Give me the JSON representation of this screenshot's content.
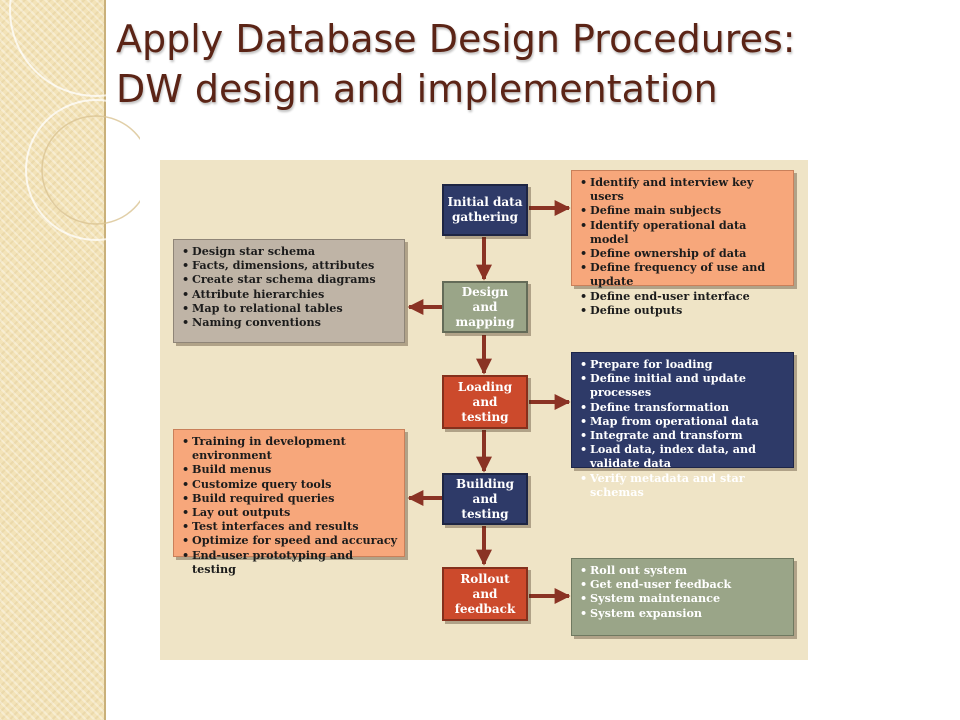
{
  "slide": {
    "title_line1": "Apply Database Design Procedures:",
    "title_line2": "DW design and implementation"
  },
  "colors": {
    "navy": "#2e3a68",
    "sage": "#9aa588",
    "red": "#cc4a2c",
    "salmon": "#f7a77b",
    "taupe": "#bfb4a6",
    "arrow": "#8a3324",
    "figure_bg": "#efe4c6",
    "title": "#5b2416"
  },
  "diagram": {
    "steps": [
      {
        "label": "Initial data\ngathering"
      },
      {
        "label": "Design\nand mapping"
      },
      {
        "label": "Loading and\ntesting"
      },
      {
        "label": "Building and\ntesting"
      },
      {
        "label": "Rollout\nand feedback"
      }
    ],
    "details": [
      {
        "items": [
          "Identify and interview key users",
          "Define main subjects",
          "Identify operational data model",
          "Define ownership of data",
          "Define frequency of use and update",
          "Define end-user interface",
          "Define outputs"
        ]
      },
      {
        "items": [
          "Design star schema",
          "Facts, dimensions, attributes",
          "Create star schema diagrams",
          "Attribute hierarchies",
          "Map to relational tables",
          "Naming conventions"
        ]
      },
      {
        "items": [
          "Prepare for loading",
          "Define initial and update processes",
          "Define transformation",
          "Map from operational data",
          "Integrate and transform",
          "Load data, index data, and\nvalidate data",
          "Verify metadata and star schemas"
        ]
      },
      {
        "items": [
          "Training in development environment",
          "Build menus",
          "Customize query tools",
          "Build required queries",
          "Lay out outputs",
          "Test interfaces and results",
          "Optimize for speed and accuracy",
          "End-user prototyping and testing"
        ]
      },
      {
        "items": [
          "Roll out system",
          "Get end-user feedback",
          "System maintenance",
          "System expansion"
        ]
      }
    ]
  }
}
